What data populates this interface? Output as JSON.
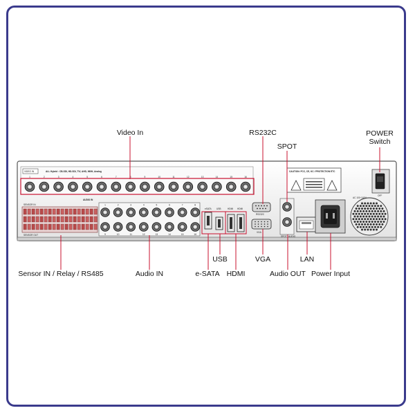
{
  "panel_text": {
    "video_in_tag": "VIDEO IN",
    "video_support": "ALL Hybrid : CB-SDI, HD-SDI, TVI, AHD, 960H, Analog",
    "audio_in_tag": "AUDIO IN",
    "sensor_in_tag": "SENSOR IN",
    "sensor_out_tag": "SENSOR OUT",
    "esata_tag": "eSATA",
    "usb_tag": "USB",
    "hdmi_tags": [
      "HDMI",
      "HDMI"
    ],
    "rs232c_tag": "RS232C",
    "vga_tag": "VGA",
    "spot_audio_tag": "SPOT / AUDIO",
    "power_ac_tag": "AC 100~240V",
    "switch_off_tag": "OFF",
    "warning_header": "CAUTION: FCC, CE, KC / PROTECTION ETC"
  },
  "video_channels": [
    "1",
    "2",
    "3",
    "4",
    "5",
    "6",
    "7",
    "8",
    "9",
    "10",
    "11",
    "12",
    "13",
    "14",
    "15",
    "16"
  ],
  "audio_channels_top": [
    "1",
    "2",
    "3",
    "4",
    "5",
    "6",
    "7",
    "8"
  ],
  "audio_channels_bottom": [
    "9",
    "10",
    "11",
    "12",
    "13",
    "14",
    "15",
    "16"
  ],
  "callouts": {
    "video_in": "Video In",
    "rs232c": "RS232C",
    "spot": "SPOT",
    "power_switch_line1": "POWER",
    "power_switch_line2": "Switch",
    "sensor": "Sensor IN / Relay / RS485",
    "audio_in": "Audio IN",
    "esata": "e-SATA",
    "usb": "USB",
    "hdmi": "HDMI",
    "vga": "VGA",
    "audio_out": "Audio OUT",
    "lan": "LAN",
    "power_input": "Power Input"
  },
  "colors": {
    "frame": "#3a3a8c",
    "callout_line": "#c8102e",
    "chassis": "#f4f4f4",
    "connector": "#2a2a2a",
    "terminal": "#c86060"
  }
}
